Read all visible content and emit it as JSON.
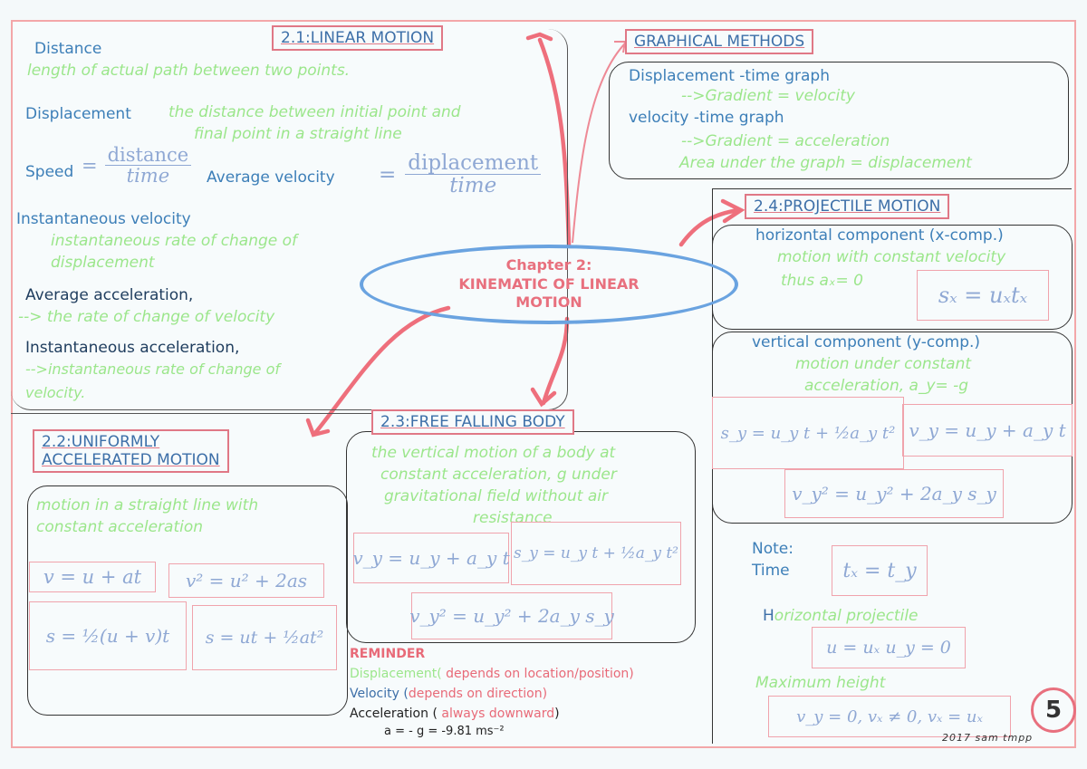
{
  "center": {
    "line1": "Chapter 2:",
    "line2": "KINEMATIC OF LINEAR",
    "line3": "MOTION"
  },
  "s21": {
    "title": "2.1:LINEAR MOTION",
    "distance_label": "Distance",
    "distance_def": "length of actual path between two points.",
    "displacement_label": "Displacement",
    "displacement_def1": "the distance between initial point and",
    "displacement_def2": "final point in a straight line",
    "speed_label": "Speed",
    "speed_num": "distance",
    "speed_den": "time",
    "avg_vel_label": "Average velocity",
    "avg_vel_num": "diplacement",
    "avg_vel_den": "time",
    "inst_vel_label": "Instantaneous velocity",
    "inst_vel_def1": "instantaneous rate of change of",
    "inst_vel_def2": "displacement",
    "avg_acc_label": "Average acceleration,",
    "avg_acc_def": "--> the rate of change of velocity",
    "inst_acc_label": "Instantaneous acceleration,",
    "inst_acc_def1": "-->instantaneous rate of change of",
    "inst_acc_def2": "velocity."
  },
  "graph": {
    "title": "GRAPHICAL METHODS",
    "line1": "Displacement -time graph",
    "line2": "-->Gradient = velocity",
    "line3": "velocity -time graph",
    "line4": "-->Gradient = acceleration",
    "line5": "Area under the graph = displacement"
  },
  "s22": {
    "title1": "2.2:UNIFORMLY",
    "title2": "ACCELERATED MOTION",
    "def1": "motion in a straight line with",
    "def2": "constant acceleration",
    "eq1": "v = u + at",
    "eq2": "v² = u² + 2as",
    "eq3": "s = ½(u + v)t",
    "eq4": "s = ut + ½at²"
  },
  "s23": {
    "title": "2.3:FREE FALLING BODY",
    "def1": "the vertical motion of a body at",
    "def2": "constant acceleration, g under",
    "def3": "gravitational field without air",
    "def4": "resistance",
    "eq1": "v_y = u_y + a_y t",
    "eq2": "s_y = u_y t + ½a_y t²",
    "eq3": "v_y² = u_y² + 2a_y s_y"
  },
  "reminder": {
    "title": "REMINDER",
    "disp_a": "Displacement(",
    "disp_b": " depends on location/position)",
    "vel_a": "Velocity (",
    "vel_b": "depends on direction)",
    "acc_a": "Acceleration ( ",
    "acc_b": "always downward",
    "acc_c": ")",
    "acc_value": "a = - g = -9.81 ms⁻²"
  },
  "s24": {
    "title": "2.4:PROJECTILE MOTION",
    "h_label": "horizontal component (x-comp.)",
    "h_def": "motion with constant velocity",
    "h_ax": "thus aₓ= 0",
    "h_eq": "sₓ = uₓtₓ",
    "v_label": "vertical component (y-comp.)",
    "v_def1": "motion under constant",
    "v_def2": "acceleration, a_y= -g",
    "v_eq1": "s_y = u_y t + ½a_y t²",
    "v_eq2": "v_y = u_y + a_y t",
    "v_eq3": "v_y² = u_y² + 2a_y s_y",
    "note": "Note:",
    "time": "Time",
    "time_eq": "tₓ = t_y",
    "hp_h": "H",
    "hp_rest": "orizontal projectile",
    "hp_eq": "u = uₓ   u_y = 0",
    "maxh": "Maximum height",
    "maxh_eq": "v_y = 0,  vₓ ≠ 0, vₓ = uₓ"
  },
  "page_number": "5",
  "signature": "2017 sam tmpp"
}
